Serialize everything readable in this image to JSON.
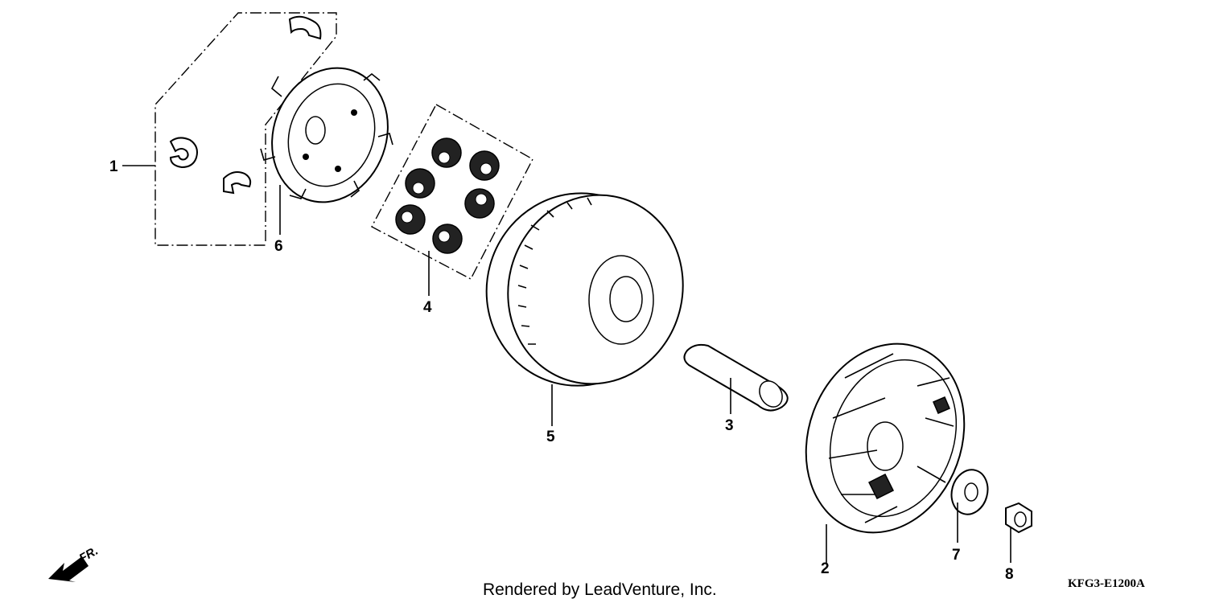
{
  "callouts": [
    {
      "label": "1",
      "part": "slide-piece-set"
    },
    {
      "label": "2",
      "part": "movable-drive-face"
    },
    {
      "label": "3",
      "part": "drive-face-boss"
    },
    {
      "label": "4",
      "part": "weight-roller-set"
    },
    {
      "label": "5",
      "part": "drive-face"
    },
    {
      "label": "6",
      "part": "ramp-plate"
    },
    {
      "label": "7",
      "part": "washer"
    },
    {
      "label": "8",
      "part": "nut"
    }
  ],
  "direction_marker": "FR.",
  "credit": "Rendered by LeadVenture, Inc.",
  "diagram_code": "KFG3-E1200A"
}
